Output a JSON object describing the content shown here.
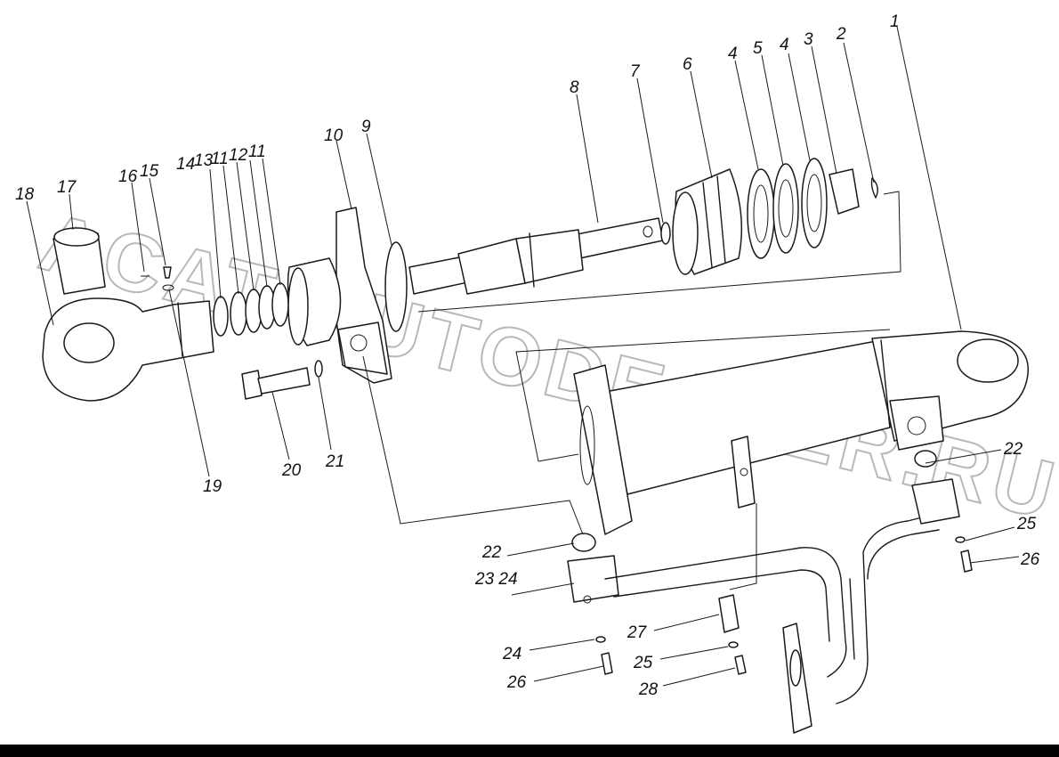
{
  "diagram": {
    "watermark": "ACAT AUTODEALER.RU",
    "callouts": [
      {
        "id": "c1",
        "text": "1"
      },
      {
        "id": "c2",
        "text": "2"
      },
      {
        "id": "c3",
        "text": "3"
      },
      {
        "id": "c4a",
        "text": "4"
      },
      {
        "id": "c5",
        "text": "5"
      },
      {
        "id": "c4b",
        "text": "4"
      },
      {
        "id": "c6",
        "text": "6"
      },
      {
        "id": "c7",
        "text": "7"
      },
      {
        "id": "c8",
        "text": "8"
      },
      {
        "id": "c9",
        "text": "9"
      },
      {
        "id": "c10",
        "text": "10"
      },
      {
        "id": "c11",
        "text": "11"
      },
      {
        "id": "c12",
        "text": "12"
      },
      {
        "id": "c11b",
        "text": "11"
      },
      {
        "id": "c13",
        "text": "13"
      },
      {
        "id": "c14",
        "text": "14"
      },
      {
        "id": "c15",
        "text": "15"
      },
      {
        "id": "c16",
        "text": "16"
      },
      {
        "id": "c17",
        "text": "17"
      },
      {
        "id": "c18",
        "text": "18"
      },
      {
        "id": "c19",
        "text": "19"
      },
      {
        "id": "c20",
        "text": "20"
      },
      {
        "id": "c21",
        "text": "21"
      },
      {
        "id": "c22a",
        "text": "22"
      },
      {
        "id": "c22b",
        "text": "22"
      },
      {
        "id": "c2324",
        "text": "23 24"
      },
      {
        "id": "c24",
        "text": "24"
      },
      {
        "id": "c25a",
        "text": "25"
      },
      {
        "id": "c25b",
        "text": "25"
      },
      {
        "id": "c26a",
        "text": "26"
      },
      {
        "id": "c26b",
        "text": "26"
      },
      {
        "id": "c27",
        "text": "27"
      },
      {
        "id": "c28",
        "text": "28"
      }
    ]
  }
}
